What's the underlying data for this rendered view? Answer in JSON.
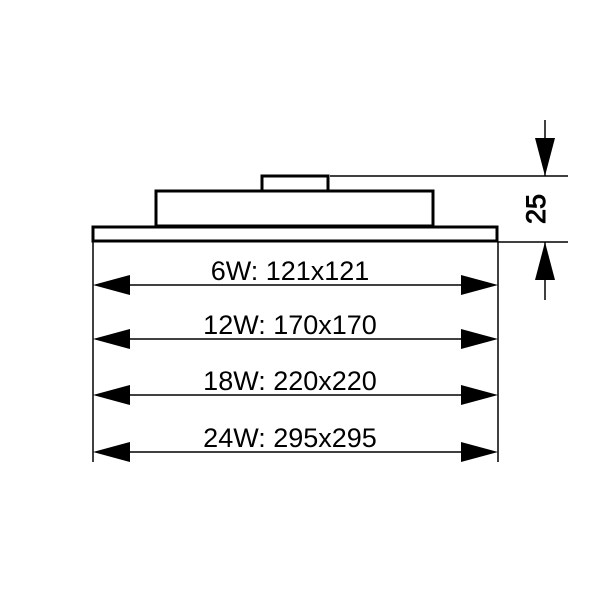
{
  "colors": {
    "line": "#000000",
    "background": "#ffffff"
  },
  "height_dimension": {
    "value_label": "25"
  },
  "size_dimensions": [
    {
      "label": "6W: 121x121"
    },
    {
      "label": "12W: 170x170"
    },
    {
      "label": "18W: 220x220"
    },
    {
      "label": "24W: 295x295"
    }
  ]
}
